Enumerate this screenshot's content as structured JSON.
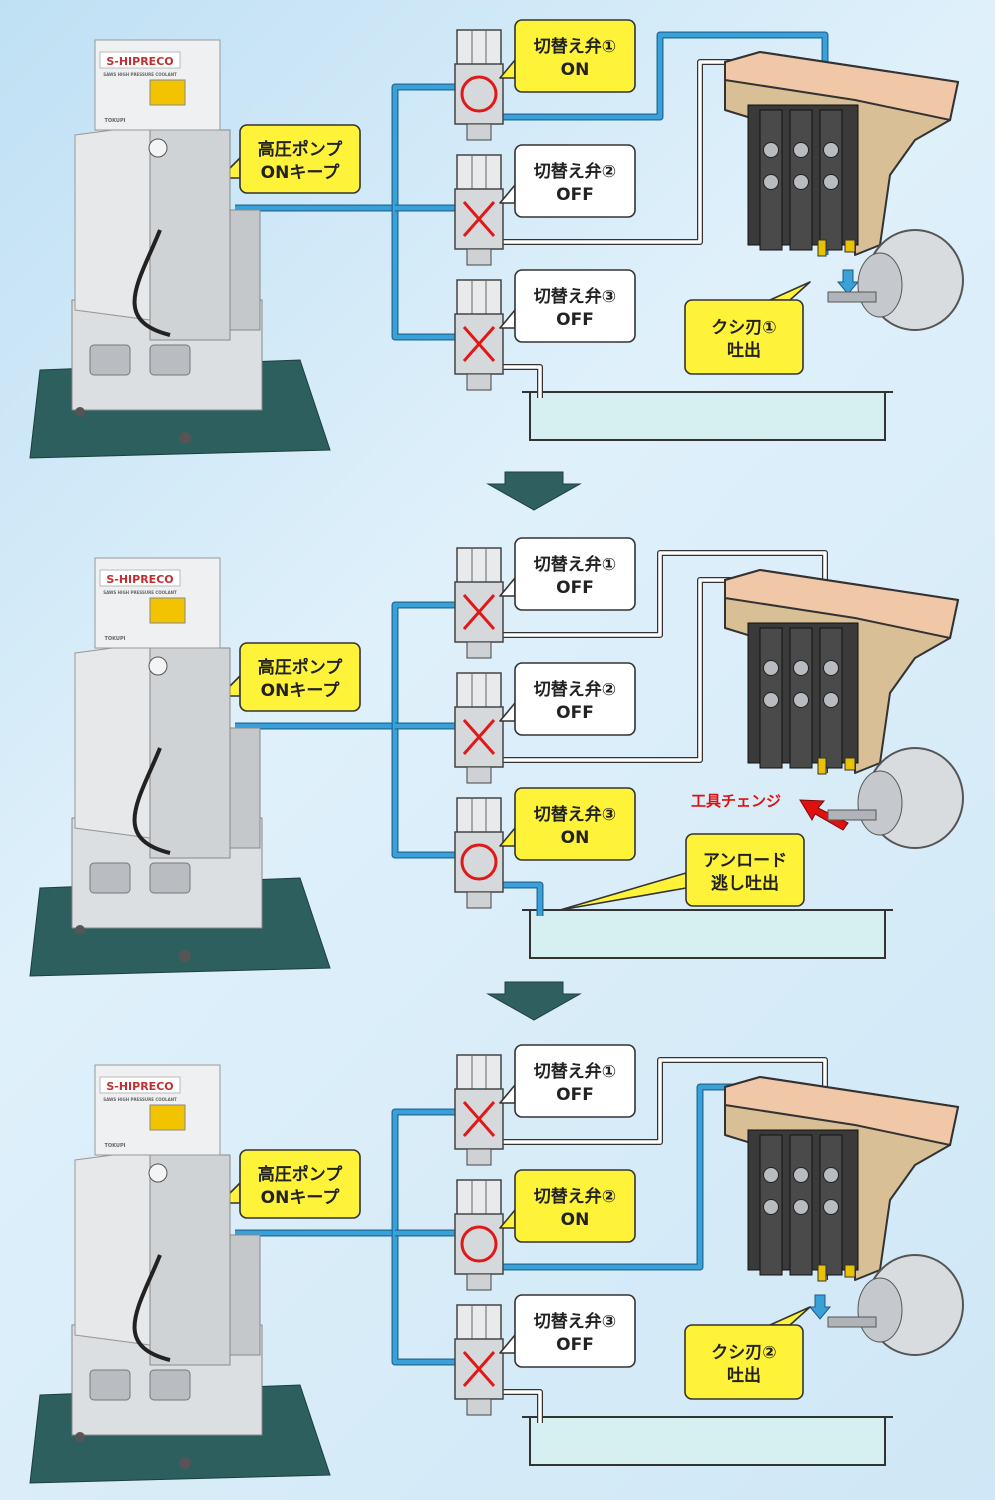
{
  "product": {
    "logo": "S-HIPRECO",
    "logo_sub": "SAWS HIGH PRESSURE COOLANT",
    "maker": "TOKUPI"
  },
  "colors": {
    "pipe_on": "#3aa0d8",
    "pipe_off": "#ffffff",
    "callout_on": "#fff33a",
    "callout_off": "#ffffff",
    "mark_on": "#e01818",
    "mark_off": "#e01818",
    "arrow": "#2f5f5e",
    "tank": "#d6f0f2",
    "tool_change": "#e01010"
  },
  "pump_label": [
    "高圧ポンプ",
    "ONキープ"
  ],
  "panels": [
    {
      "valves": [
        {
          "label": "切替え弁①",
          "state": "ON"
        },
        {
          "label": "切替え弁②",
          "state": "OFF"
        },
        {
          "label": "切替え弁③",
          "state": "OFF"
        }
      ],
      "note_lines": [
        "クシ刃①",
        "吐出"
      ],
      "note_style": "tool"
    },
    {
      "valves": [
        {
          "label": "切替え弁①",
          "state": "OFF"
        },
        {
          "label": "切替え弁②",
          "state": "OFF"
        },
        {
          "label": "切替え弁③",
          "state": "ON"
        }
      ],
      "note_lines": [
        "アンロード",
        "逃し吐出"
      ],
      "note_style": "tank",
      "tool_change": "工具チェンジ"
    },
    {
      "valves": [
        {
          "label": "切替え弁①",
          "state": "OFF"
        },
        {
          "label": "切替え弁②",
          "state": "ON"
        },
        {
          "label": "切替え弁③",
          "state": "OFF"
        }
      ],
      "note_lines": [
        "クシ刃②",
        "吐出"
      ],
      "note_style": "tool"
    }
  ]
}
